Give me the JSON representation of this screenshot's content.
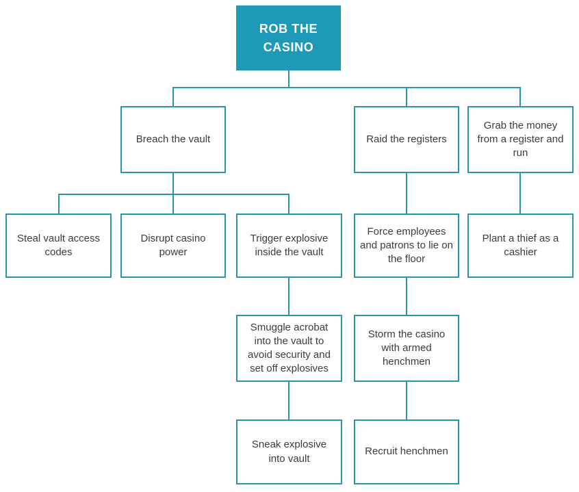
{
  "colors": {
    "accent": "#1E9AB8",
    "line": "#2A93AE",
    "node_text": "#3C3C3C",
    "root_text": "#FFFFFF",
    "background": "#FFFFFF"
  },
  "nodes": {
    "root": {
      "label": "ROB THE CASINO"
    },
    "breach": {
      "label": "Breach the vault"
    },
    "raid": {
      "label": "Raid the registers"
    },
    "grab": {
      "label": "Grab the money from a register and run"
    },
    "steal": {
      "label": "Steal vault access codes"
    },
    "disrupt": {
      "label": "Disrupt casino power"
    },
    "trigger": {
      "label": "Trigger explosive inside the vault"
    },
    "force": {
      "label": "Force employees and patrons to lie on the floor"
    },
    "plant": {
      "label": "Plant a thief as a cashier"
    },
    "smuggle": {
      "label": "Smuggle acrobat into the vault to avoid security and set off explosives"
    },
    "storm": {
      "label": "Storm the casino with armed henchmen"
    },
    "sneak": {
      "label": "Sneak explosive into vault"
    },
    "recruit": {
      "label": "Recruit henchmen"
    }
  },
  "edges": [
    [
      "root",
      "breach"
    ],
    [
      "root",
      "raid"
    ],
    [
      "root",
      "grab"
    ],
    [
      "breach",
      "steal"
    ],
    [
      "breach",
      "disrupt"
    ],
    [
      "breach",
      "trigger"
    ],
    [
      "raid",
      "force"
    ],
    [
      "grab",
      "plant"
    ],
    [
      "trigger",
      "smuggle"
    ],
    [
      "force",
      "storm"
    ],
    [
      "smuggle",
      "sneak"
    ],
    [
      "storm",
      "recruit"
    ]
  ]
}
